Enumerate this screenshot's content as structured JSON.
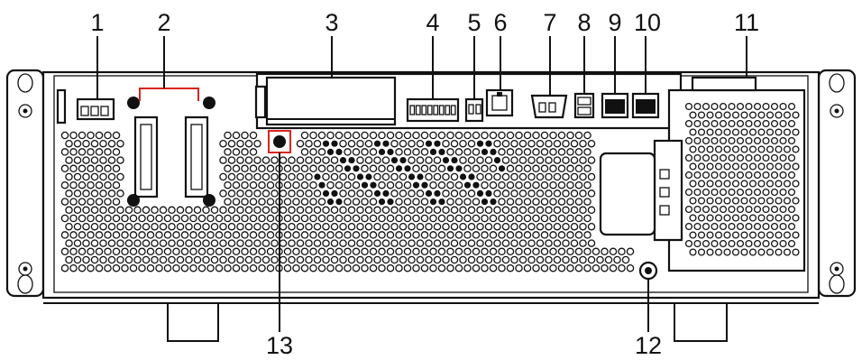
{
  "callouts": [
    "1",
    "2",
    "3",
    "4",
    "5",
    "6",
    "7",
    "8",
    "9",
    "10",
    "11",
    "12",
    "13"
  ],
  "colors": {
    "stroke": "#111111",
    "background": "#ffffff",
    "highlight": "#d9251c"
  }
}
